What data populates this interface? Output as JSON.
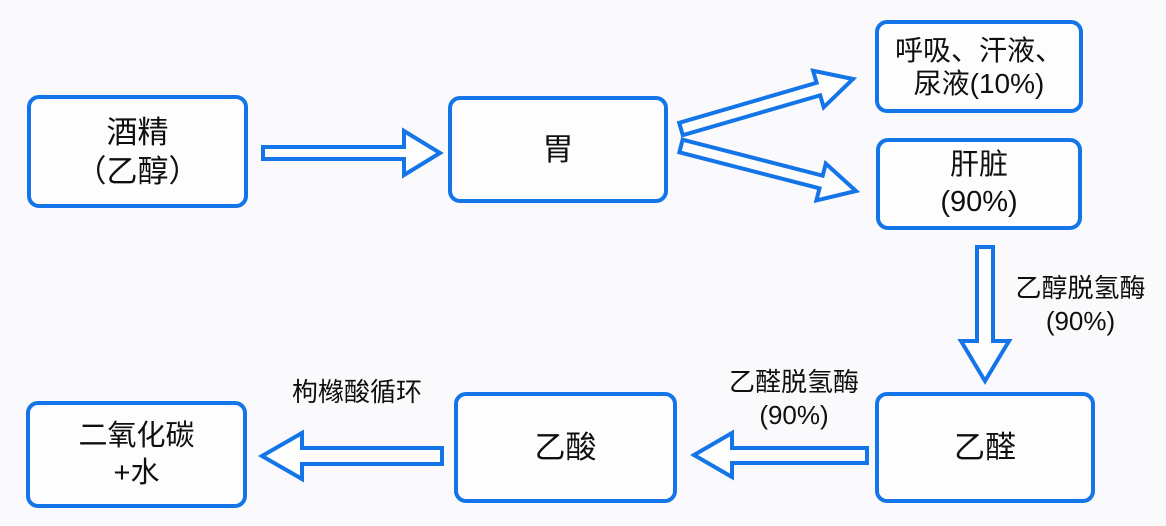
{
  "diagram": {
    "description": "Flow diagram of alcohol metabolism in the human body",
    "colors": {
      "accent": "#1375e8",
      "node_fill": "#fdfdfe",
      "background": "#faf9fb",
      "text": "#0f0f0f"
    },
    "nodes": [
      {
        "id": "alcohol",
        "lines": [
          "酒精",
          "（乙醇）"
        ]
      },
      {
        "id": "stomach",
        "lines": [
          "胃"
        ]
      },
      {
        "id": "excretion",
        "lines": [
          "呼吸、汗液、",
          "尿液(10%)"
        ]
      },
      {
        "id": "liver",
        "lines": [
          "肝脏",
          "(90%)"
        ]
      },
      {
        "id": "acetaldehyde",
        "lines": [
          "乙醛"
        ]
      },
      {
        "id": "acetic-acid",
        "lines": [
          "乙酸"
        ]
      },
      {
        "id": "carbon-dioxide-water",
        "lines": [
          "二氧化碳",
          "+水"
        ]
      }
    ],
    "edges": [
      {
        "from": "alcohol",
        "to": "stomach"
      },
      {
        "from": "stomach",
        "to": "excretion"
      },
      {
        "from": "stomach",
        "to": "liver"
      },
      {
        "from": "liver",
        "to": "acetaldehyde",
        "label_lines": [
          "乙醇脱氢酶",
          "(90%)"
        ]
      },
      {
        "from": "acetaldehyde",
        "to": "acetic-acid",
        "label_lines": [
          "乙醛脱氢酶",
          "(90%)"
        ]
      },
      {
        "from": "acetic-acid",
        "to": "carbon-dioxide-water",
        "label_lines": [
          "枸橼酸循环"
        ]
      }
    ]
  }
}
